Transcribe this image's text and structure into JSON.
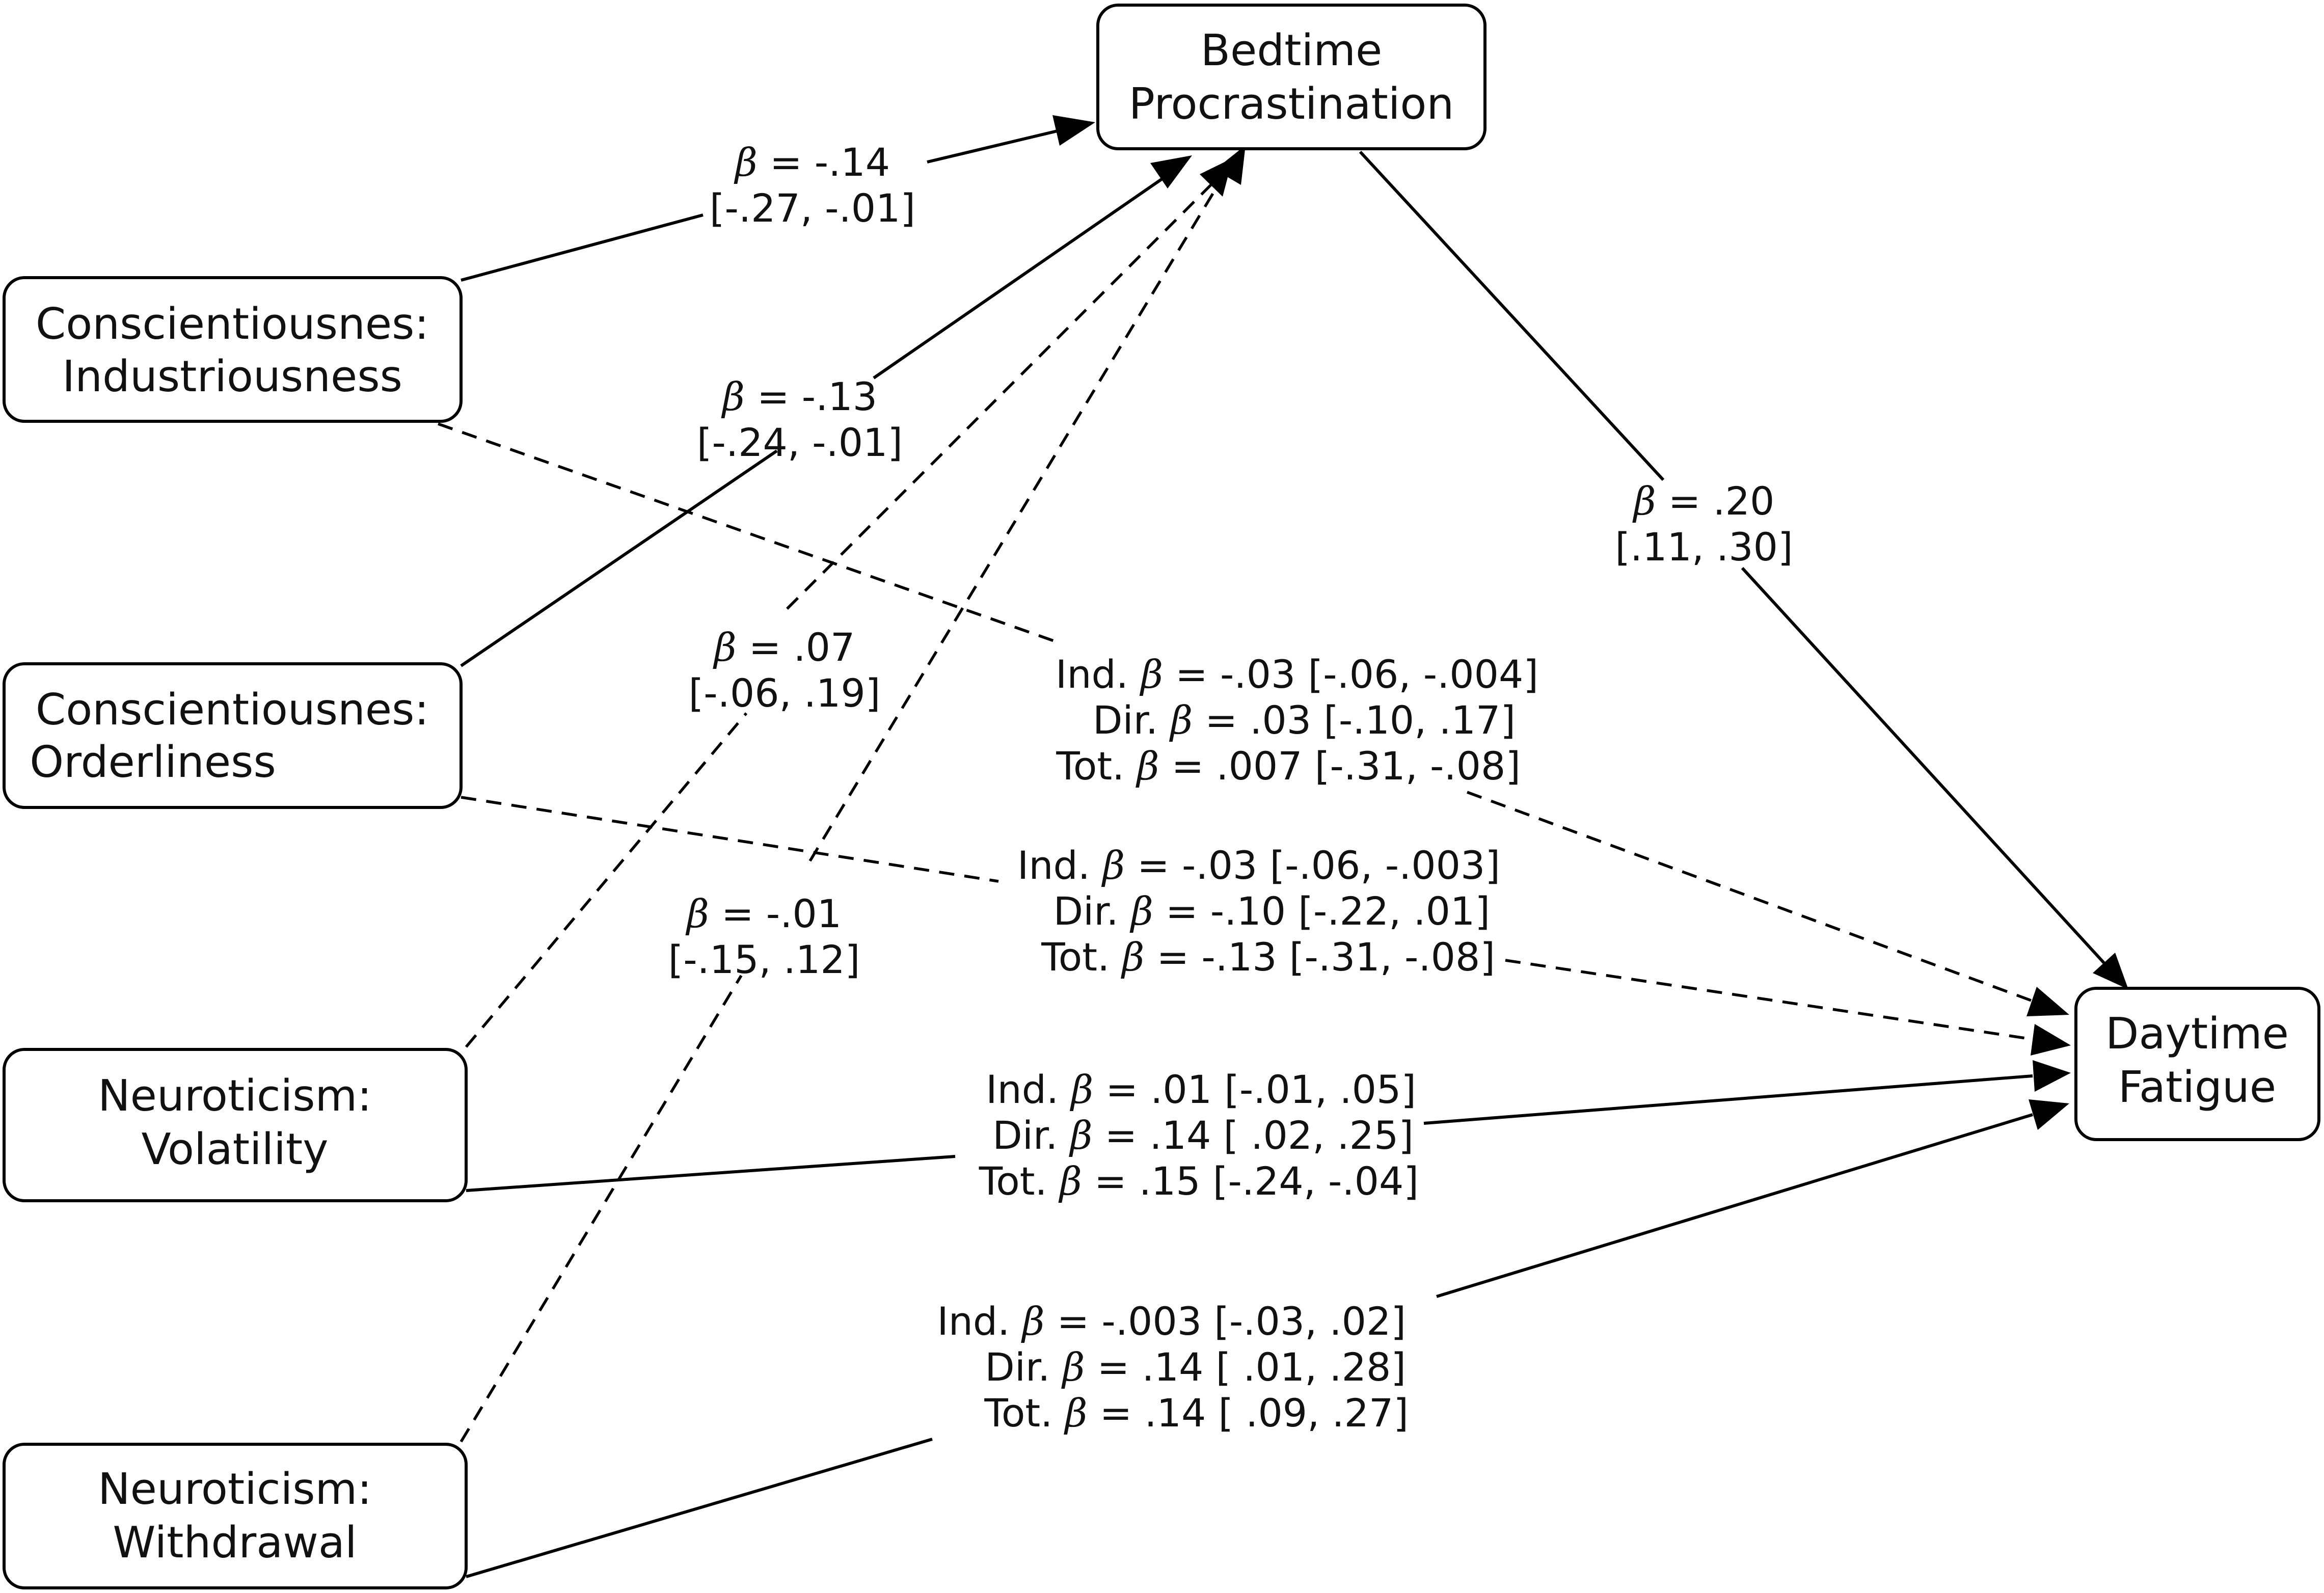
{
  "nodes": {
    "bedtime": [
      "Bedtime",
      "Procrastination"
    ],
    "industriousness": [
      "Conscientiousnes:",
      "Industriousness"
    ],
    "orderliness": [
      "Conscientiousnes:",
      "Orderliness"
    ],
    "volatility": [
      "Neuroticism:",
      "Volatility"
    ],
    "withdrawal": [
      "Neuroticism:",
      "Withdrawal"
    ],
    "fatigue": [
      "Daytime",
      "Fatigue"
    ]
  },
  "paths": {
    "industriousness_bedtime": [
      "β = -.14",
      "[-.27, -.01]"
    ],
    "orderliness_bedtime": [
      "β = -.13",
      "[-.24, -.01]"
    ],
    "volatility_bedtime": [
      "β = .07",
      "[-.06, .19]"
    ],
    "withdrawal_bedtime": [
      "β = -.01",
      "[-.15, .12]"
    ],
    "bedtime_fatigue": [
      "β = .20",
      "[.11, .30]"
    ],
    "industriousness_fatigue": [
      "Ind. β = -.03 [-.06, -.004]",
      "Dir. β =  .03 [-.10,  .17]",
      "Tot. β = .007 [-.31, -.08]"
    ],
    "orderliness_fatigue": [
      "Ind. β = -.03 [-.06, -.003]",
      "Dir. β = -.10 [-.22,   .01]",
      "Tot. β = -.13 [-.31,  -.08]"
    ],
    "volatility_fatigue": [
      "Ind. β = .01 [-.01,  .05]",
      "Dir. β = .14 [ .02,  .25]",
      "Tot. β = .15 [-.24, -.04]"
    ],
    "withdrawal_fatigue": [
      "Ind. β = -.003 [-.03, .02]",
      "Dir. β = .14 [ .01, .28]",
      "Tot. β = .14 [ .09, .27]"
    ]
  }
}
